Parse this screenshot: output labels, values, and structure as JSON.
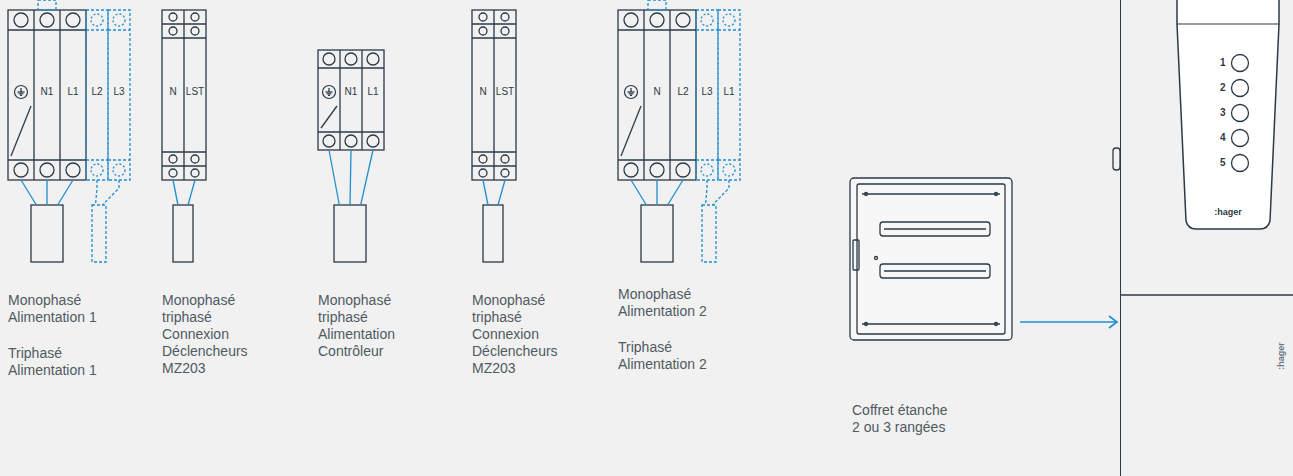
{
  "diagram": {
    "nodes": [
      {
        "text": [
          "Coffret étanche 2 ou 3 rangées"
        ]
      },
      {
        "text": [
          ":hager"
        ]
      },
      {
        "text": [
          "1",
          "2",
          "3",
          "4",
          "5",
          ":hager"
        ],
        "in": 1
      }
    ],
    "edges": [
      {
        "from": 0,
        "to": 1,
        "arrow": "to"
      }
    ],
    "labels": [
      "N1",
      "L1",
      "L2",
      "L3",
      "N",
      "LST",
      "N1",
      "L1",
      "N",
      "LST",
      "N",
      "L2",
      "L3",
      "L1",
      "Monophasé Alimentation 1",
      "Triphasé Alimentation 1",
      "Monophasé triphasé Connexion Déclencheurs MZ203",
      "Monophasé triphasé Alimentation Contrôleur",
      "Monophasé triphasé Connexion Déclencheurs MZ203",
      "Monophasé Alimentation 2",
      "Triphasé Alimentation 2"
    ]
  }
}
